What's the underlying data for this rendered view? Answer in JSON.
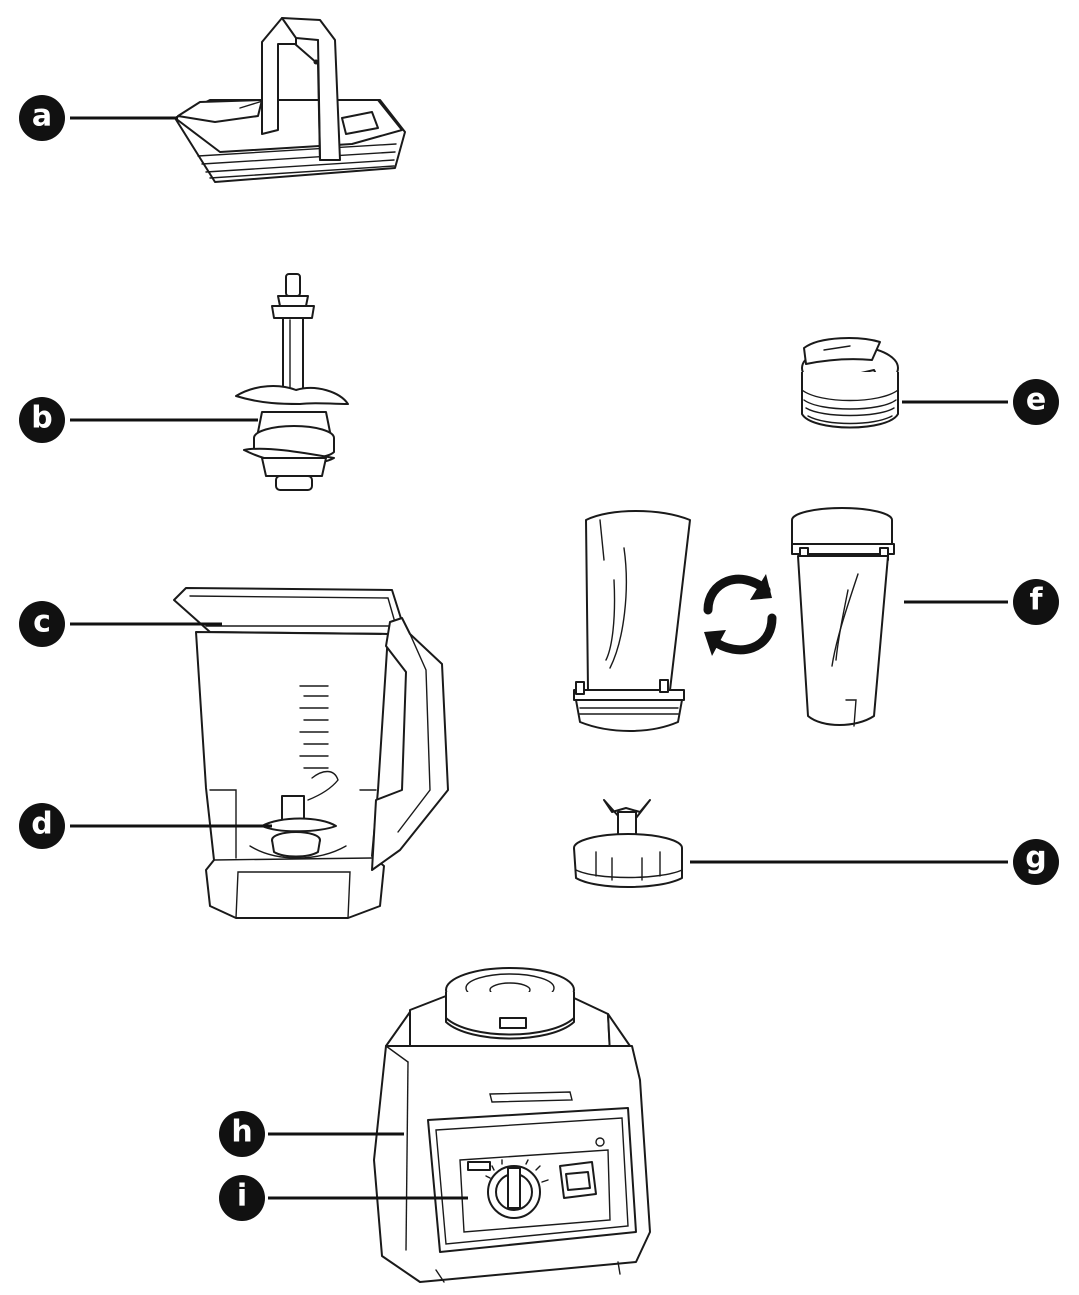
{
  "labels": {
    "a": "a",
    "b": "b",
    "c": "c",
    "d": "d",
    "e": "e",
    "f": "f",
    "g": "g",
    "h": "h",
    "i": "i"
  },
  "colors": {
    "badge": "#111111",
    "line": "#1a1a1a",
    "background": "#ffffff"
  }
}
